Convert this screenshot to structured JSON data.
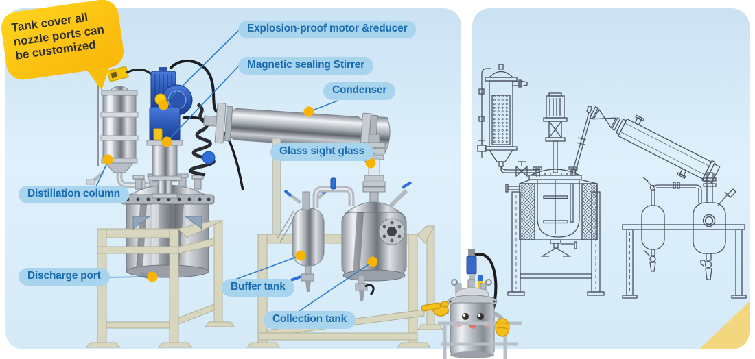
{
  "bubble": {
    "lines": [
      "Tank cover all",
      "nozzle ports can",
      "be customized"
    ],
    "bg": "#ffc40e",
    "text_color": "#2f2f2f"
  },
  "callouts": [
    {
      "label": "Explosion-proof motor &reducer"
    },
    {
      "label": "Magnetic sealing Stirrer"
    },
    {
      "label": "Condenser"
    },
    {
      "label": "Glass sight glass"
    },
    {
      "label": "Distillation column"
    },
    {
      "label": "Discharge port"
    },
    {
      "label": "Buffer tank"
    },
    {
      "label": "Collection tank"
    }
  ],
  "colors": {
    "label_bg": "#a9d4ee",
    "label_text": "#1a6cb0",
    "leader_line": "#2b7cc9",
    "callout_dot": "#f9b301",
    "bubble_bg": "#ffc40e",
    "panel_top": "#cbe2f3",
    "panel_bottom": "#d5eaf8",
    "corner_accent": "#f8d468",
    "drawing_line": "#4b5160",
    "frame_beige": "#d9d6bf",
    "motor_blue": "#2e5fbe"
  }
}
